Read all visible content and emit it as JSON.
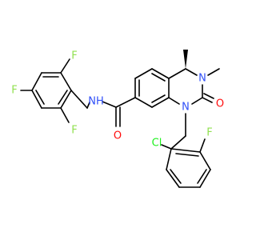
{
  "molecule": {
    "atoms": [
      {
        "id": "F1",
        "label": "F",
        "element": "F",
        "color": "#90E050"
      },
      {
        "id": "F2",
        "label": "F",
        "element": "F",
        "color": "#90E050"
      },
      {
        "id": "F3",
        "label": "F",
        "element": "F",
        "color": "#90E050"
      },
      {
        "id": "N_amide",
        "label": "NH",
        "label_html": "N",
        "sub": "H",
        "element": "N",
        "color": "#3050F8"
      },
      {
        "id": "O_amide",
        "label": "O",
        "element": "O",
        "color": "#FF0D0D"
      },
      {
        "id": "N3",
        "label": "N",
        "element": "N",
        "color": "#3050F8"
      },
      {
        "id": "N1",
        "label": "N",
        "element": "N",
        "color": "#3050F8"
      },
      {
        "id": "O2",
        "label": "O",
        "element": "O",
        "color": "#FF0D0D"
      },
      {
        "id": "Cl",
        "label": "Cl",
        "element": "Cl",
        "color": "#1FF01F"
      },
      {
        "id": "F4",
        "label": "F",
        "element": "F",
        "color": "#90E050"
      }
    ]
  }
}
